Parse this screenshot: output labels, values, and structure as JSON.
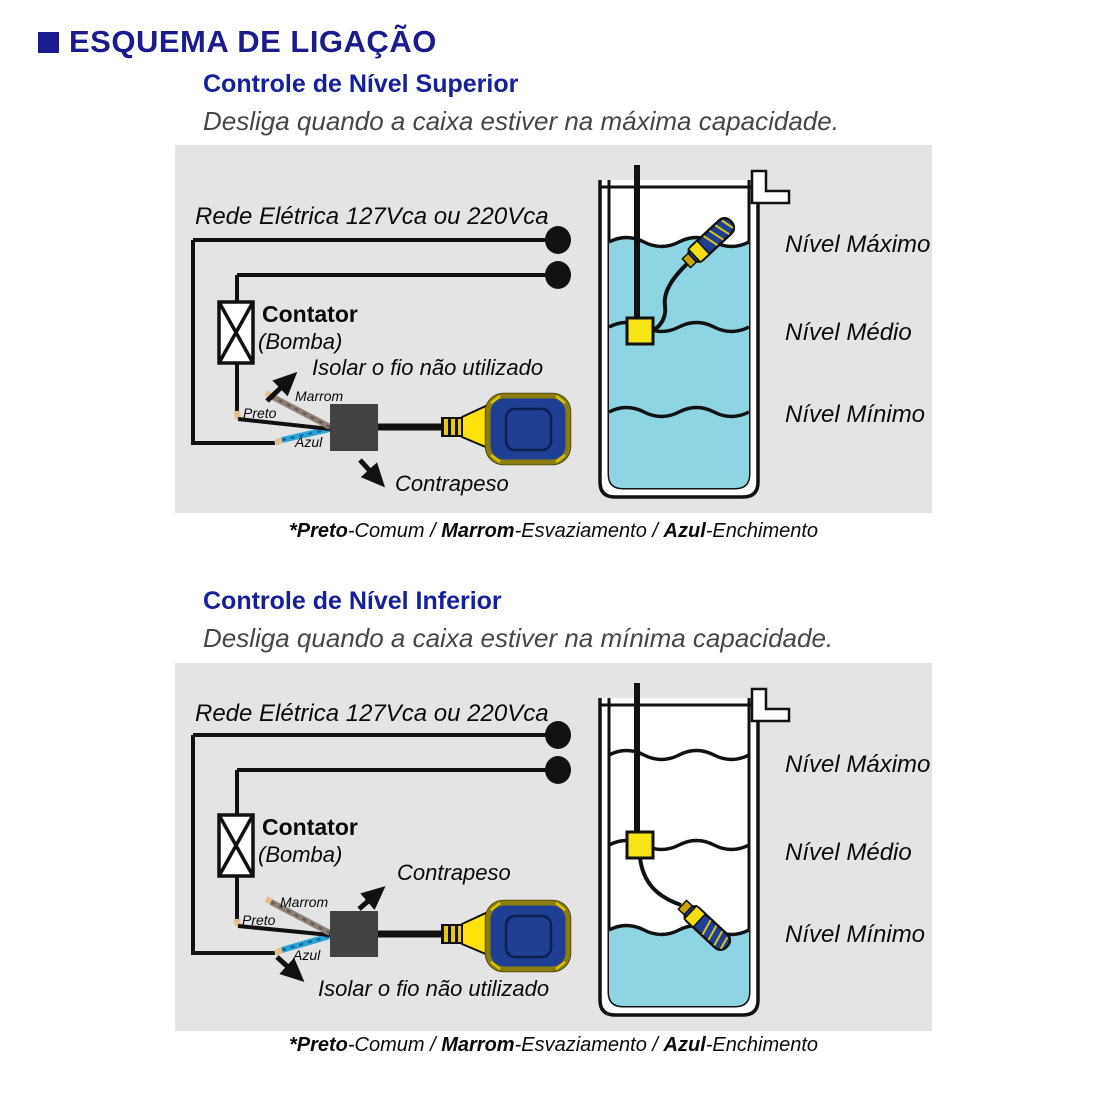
{
  "page": {
    "title": "ESQUEMA DE LIGAÇÃO"
  },
  "colors": {
    "title_navy": "#1b1b8e",
    "heading_blue": "#16209a",
    "subtitle_gray": "#45464c",
    "panel_bg": "#e4e4e4",
    "water_blue": "#8ed5e4",
    "float_body_blue": "#1e3f94",
    "float_trim_olive": "#8a7d0e",
    "connector_yellow": "#ffe20a",
    "square_yellow": "#f8e515",
    "junction_gray": "#424242",
    "wire_brown": "#8f8178",
    "wire_blue": "#2aa3d8",
    "wire_tip_tan": "#e3bd8f"
  },
  "sections": [
    {
      "heading": "Controle de Nível Superior",
      "subtitle": "Desliga quando a caixa estiver na máxima capacidade.",
      "labels": {
        "power": "Rede Elétrica 127Vca ou 220Vca",
        "contactor": "Contator",
        "contactor_sub": "(Bomba)",
        "isolate": "Isolar o fio não utilizado",
        "counterweight": "Contrapeso",
        "wire_brown": "Marrom",
        "wire_black": "Preto",
        "wire_blue": "Azul",
        "level_max": "Nível Máximo",
        "level_mid": "Nível Médio",
        "level_min": "Nível Mínimo"
      },
      "caption": [
        {
          "text": "*Preto",
          "bold": true
        },
        {
          "text": "-Comum / ",
          "bold": false
        },
        {
          "text": "Marrom",
          "bold": true
        },
        {
          "text": "-Esvaziamento / ",
          "bold": false
        },
        {
          "text": "Azul",
          "bold": true
        },
        {
          "text": "-Enchimento",
          "bold": false
        }
      ]
    },
    {
      "heading": "Controle de Nível Inferior",
      "subtitle": "Desliga quando a caixa estiver na mínima capacidade.",
      "labels": {
        "power": "Rede Elétrica 127Vca ou 220Vca",
        "contactor": "Contator",
        "contactor_sub": "(Bomba)",
        "isolate": "Isolar o fio não utilizado",
        "counterweight": "Contrapeso",
        "wire_brown": "Marrom",
        "wire_black": "Preto",
        "wire_blue": "Azul",
        "level_max": "Nível Máximo",
        "level_mid": "Nível Médio",
        "level_min": "Nível Mínimo"
      },
      "caption": [
        {
          "text": "*Preto",
          "bold": true
        },
        {
          "text": "-Comum / ",
          "bold": false
        },
        {
          "text": "Marrom",
          "bold": true
        },
        {
          "text": "-Esvaziamento / ",
          "bold": false
        },
        {
          "text": "Azul",
          "bold": true
        },
        {
          "text": "-Enchimento",
          "bold": false
        }
      ]
    }
  ]
}
